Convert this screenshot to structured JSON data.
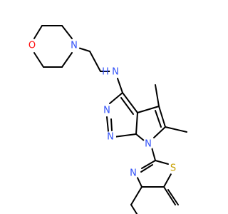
{
  "molecule": {
    "atoms": [
      {
        "id": "O1",
        "label": "O",
        "color": "#ff0d0d"
      },
      {
        "id": "N_morph",
        "label": "N",
        "color": "#3050f8"
      },
      {
        "id": "NH",
        "label": "N",
        "color": "#3050f8"
      },
      {
        "id": "H_NH",
        "label": "H",
        "color": "#3050f8"
      },
      {
        "id": "N_pyr1",
        "label": "N",
        "color": "#3050f8"
      },
      {
        "id": "N_pyr2",
        "label": "N",
        "color": "#3050f8"
      },
      {
        "id": "N_pyrrole",
        "label": "N",
        "color": "#3050f8"
      },
      {
        "id": "N_btz",
        "label": "N",
        "color": "#3050f8"
      },
      {
        "id": "S_btz",
        "label": "S",
        "color": "#c8a000"
      }
    ]
  }
}
